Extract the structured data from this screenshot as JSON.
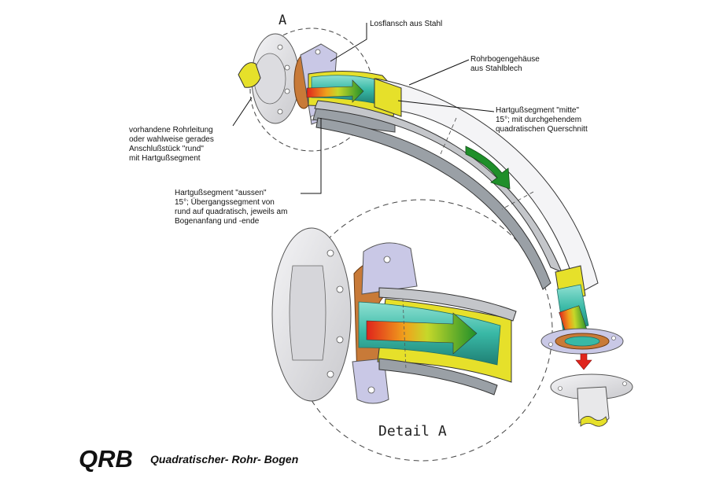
{
  "labels": {
    "view_a": "A",
    "detail_a": "Detail A",
    "losflansch": "Losflansch aus Stahl",
    "rohrbogen": "Rohrbogengehäuse\naus Stahlblech",
    "mitte": "Hartgußsegment \"mitte\"\n15°; mit durchgehendem\nquadratischen Querschnitt",
    "rohrleitung": "vorhandene Rohrleitung\noder wahlweise gerades\nAnschlußstück \"rund\"\nmit Hartgußsegment",
    "aussen": "Hartgußsegment \"aussen\"\n15°; Übergangssegment von\nrund auf quadratisch, jeweils am\nBogenanfang und -ende"
  },
  "footer": {
    "brand": "QRB",
    "subtitle": "Quadratischer- Rohr- Bogen"
  },
  "colors": {
    "steel": "#e8e8ea",
    "housing": "#9aa0a6",
    "flange": "#c87a38",
    "flange_plate": "#c9c8e6",
    "liner_yellow": "#e6e02a",
    "liner_cyan": "#39b9a6",
    "flow_red": "#e0241c",
    "flow_green": "#1f8f2a"
  }
}
